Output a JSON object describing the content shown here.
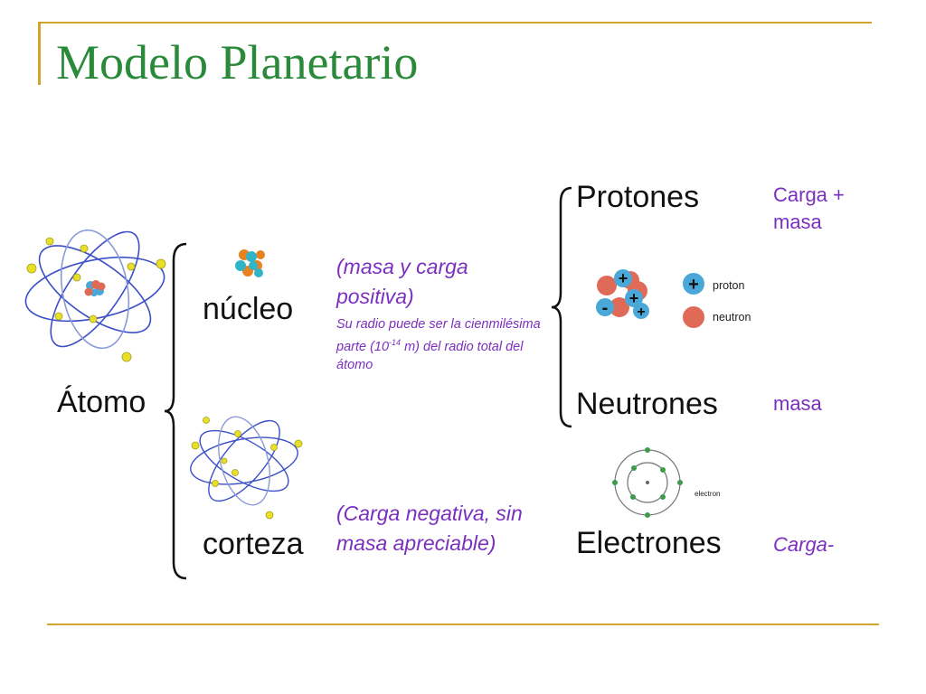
{
  "slide": {
    "title": "Modelo Planetario"
  },
  "diagram": {
    "atom_label": "Átomo",
    "nucleus_label": "núcleo",
    "cortex_label": "corteza",
    "nucleus_note": "(masa y carga positiva)",
    "nucleus_radius_note_pre": "Su radio puede ser la cienmilésima parte (10",
    "nucleus_radius_exp": "-14",
    "nucleus_radius_note_post": " m) del radio total del átomo",
    "cortex_note": "(Carga negativa, sin masa apreciable)",
    "protons_label": "Protones",
    "neutrons_label": "Neutrones",
    "electrons_label": "Electrones",
    "protons_property": "Carga + masa",
    "neutrons_property": "masa",
    "electrons_property": "Carga-",
    "legend_proton": "proton",
    "legend_neutron": "neutron",
    "electron_diagram_label": "electron",
    "plus_sign": "+",
    "minus_sign": "-"
  },
  "colors": {
    "title": "#2a8a3a",
    "rule": "#d4a52c",
    "note_text": "#7b2fbf",
    "orbit": "#3b4fc8",
    "electron": "#e8e028",
    "proton": "#4aa8d8",
    "neutron": "#e06a58"
  }
}
